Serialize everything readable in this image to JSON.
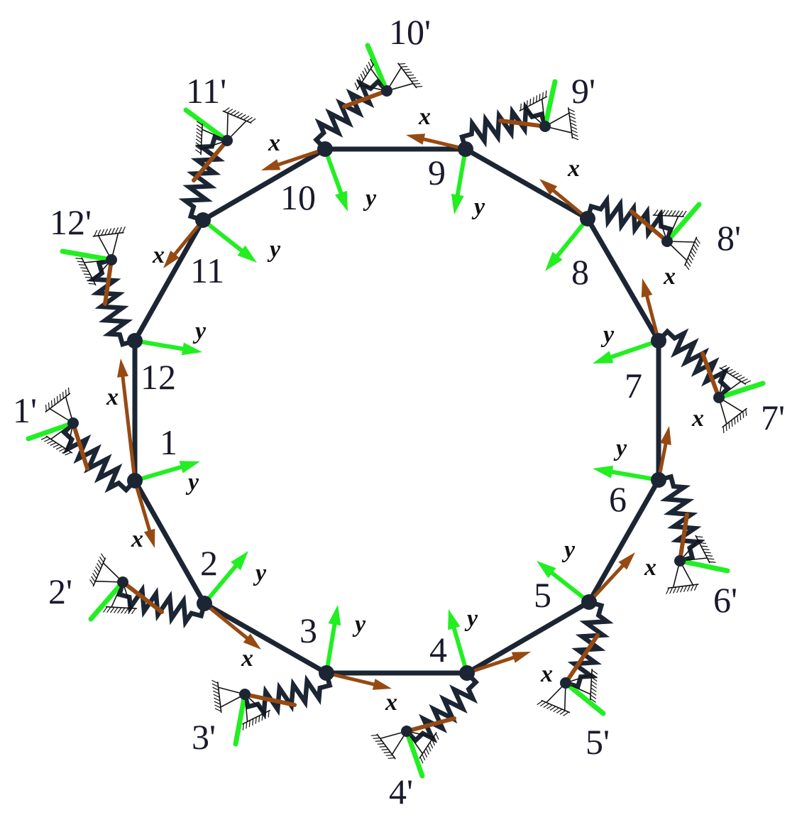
{
  "colors": {
    "frame": "#1c2533",
    "x_arrow": "#964a12",
    "y_arrow": "#22ee22",
    "ground": "#111111"
  },
  "axis_labels": {
    "x": "x",
    "y": "y"
  },
  "nodes": [
    {
      "id": "1",
      "label": "1",
      "spring_label": "1'"
    },
    {
      "id": "2",
      "label": "2",
      "spring_label": "2'"
    },
    {
      "id": "3",
      "label": "3",
      "spring_label": "3'"
    },
    {
      "id": "4",
      "label": "4",
      "spring_label": "4'"
    },
    {
      "id": "5",
      "label": "5",
      "spring_label": "5'"
    },
    {
      "id": "6",
      "label": "6",
      "spring_label": "6'"
    },
    {
      "id": "7",
      "label": "7",
      "spring_label": "7'"
    },
    {
      "id": "8",
      "label": "8",
      "spring_label": "8'"
    },
    {
      "id": "9",
      "label": "9",
      "spring_label": "9'"
    },
    {
      "id": "10",
      "label": "10",
      "spring_label": "10'"
    },
    {
      "id": "11",
      "label": "11",
      "spring_label": "11'"
    },
    {
      "id": "12",
      "label": "12",
      "spring_label": "12'"
    }
  ]
}
